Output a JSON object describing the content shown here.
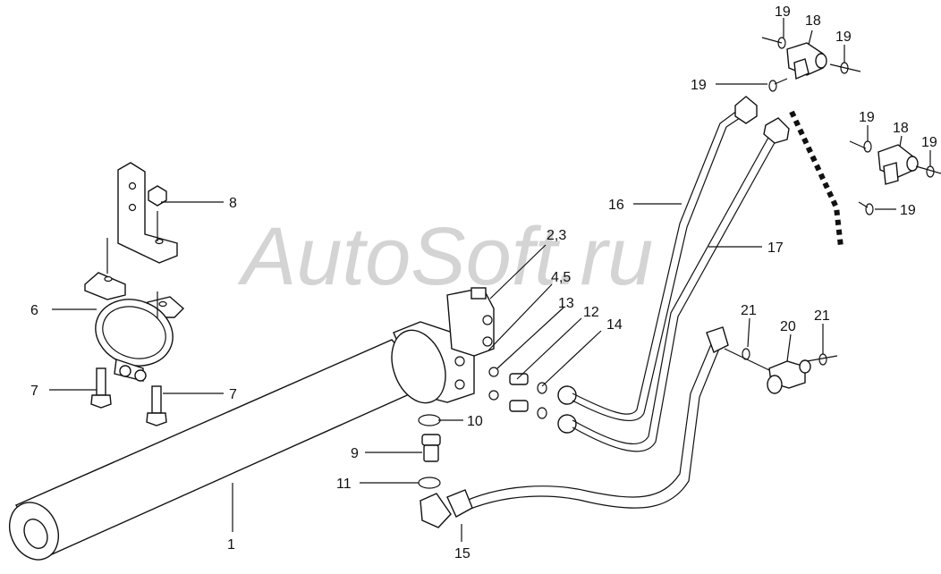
{
  "watermark": "AutoSoft.ru",
  "labels": {
    "l1": "1",
    "l23": "2,3",
    "l45": "4,5",
    "l6": "6",
    "l7a": "7",
    "l7b": "7",
    "l8": "8",
    "l9": "9",
    "l10": "10",
    "l11": "11",
    "l12": "12",
    "l13": "13",
    "l14": "14",
    "l15": "15",
    "l16": "16",
    "l17": "17",
    "l18a": "18",
    "l18b": "18",
    "l19a": "19",
    "l19b": "19",
    "l19c": "19",
    "l19d": "19",
    "l19e": "19",
    "l19f": "19",
    "l20": "20",
    "l21a": "21",
    "l21b": "21"
  }
}
